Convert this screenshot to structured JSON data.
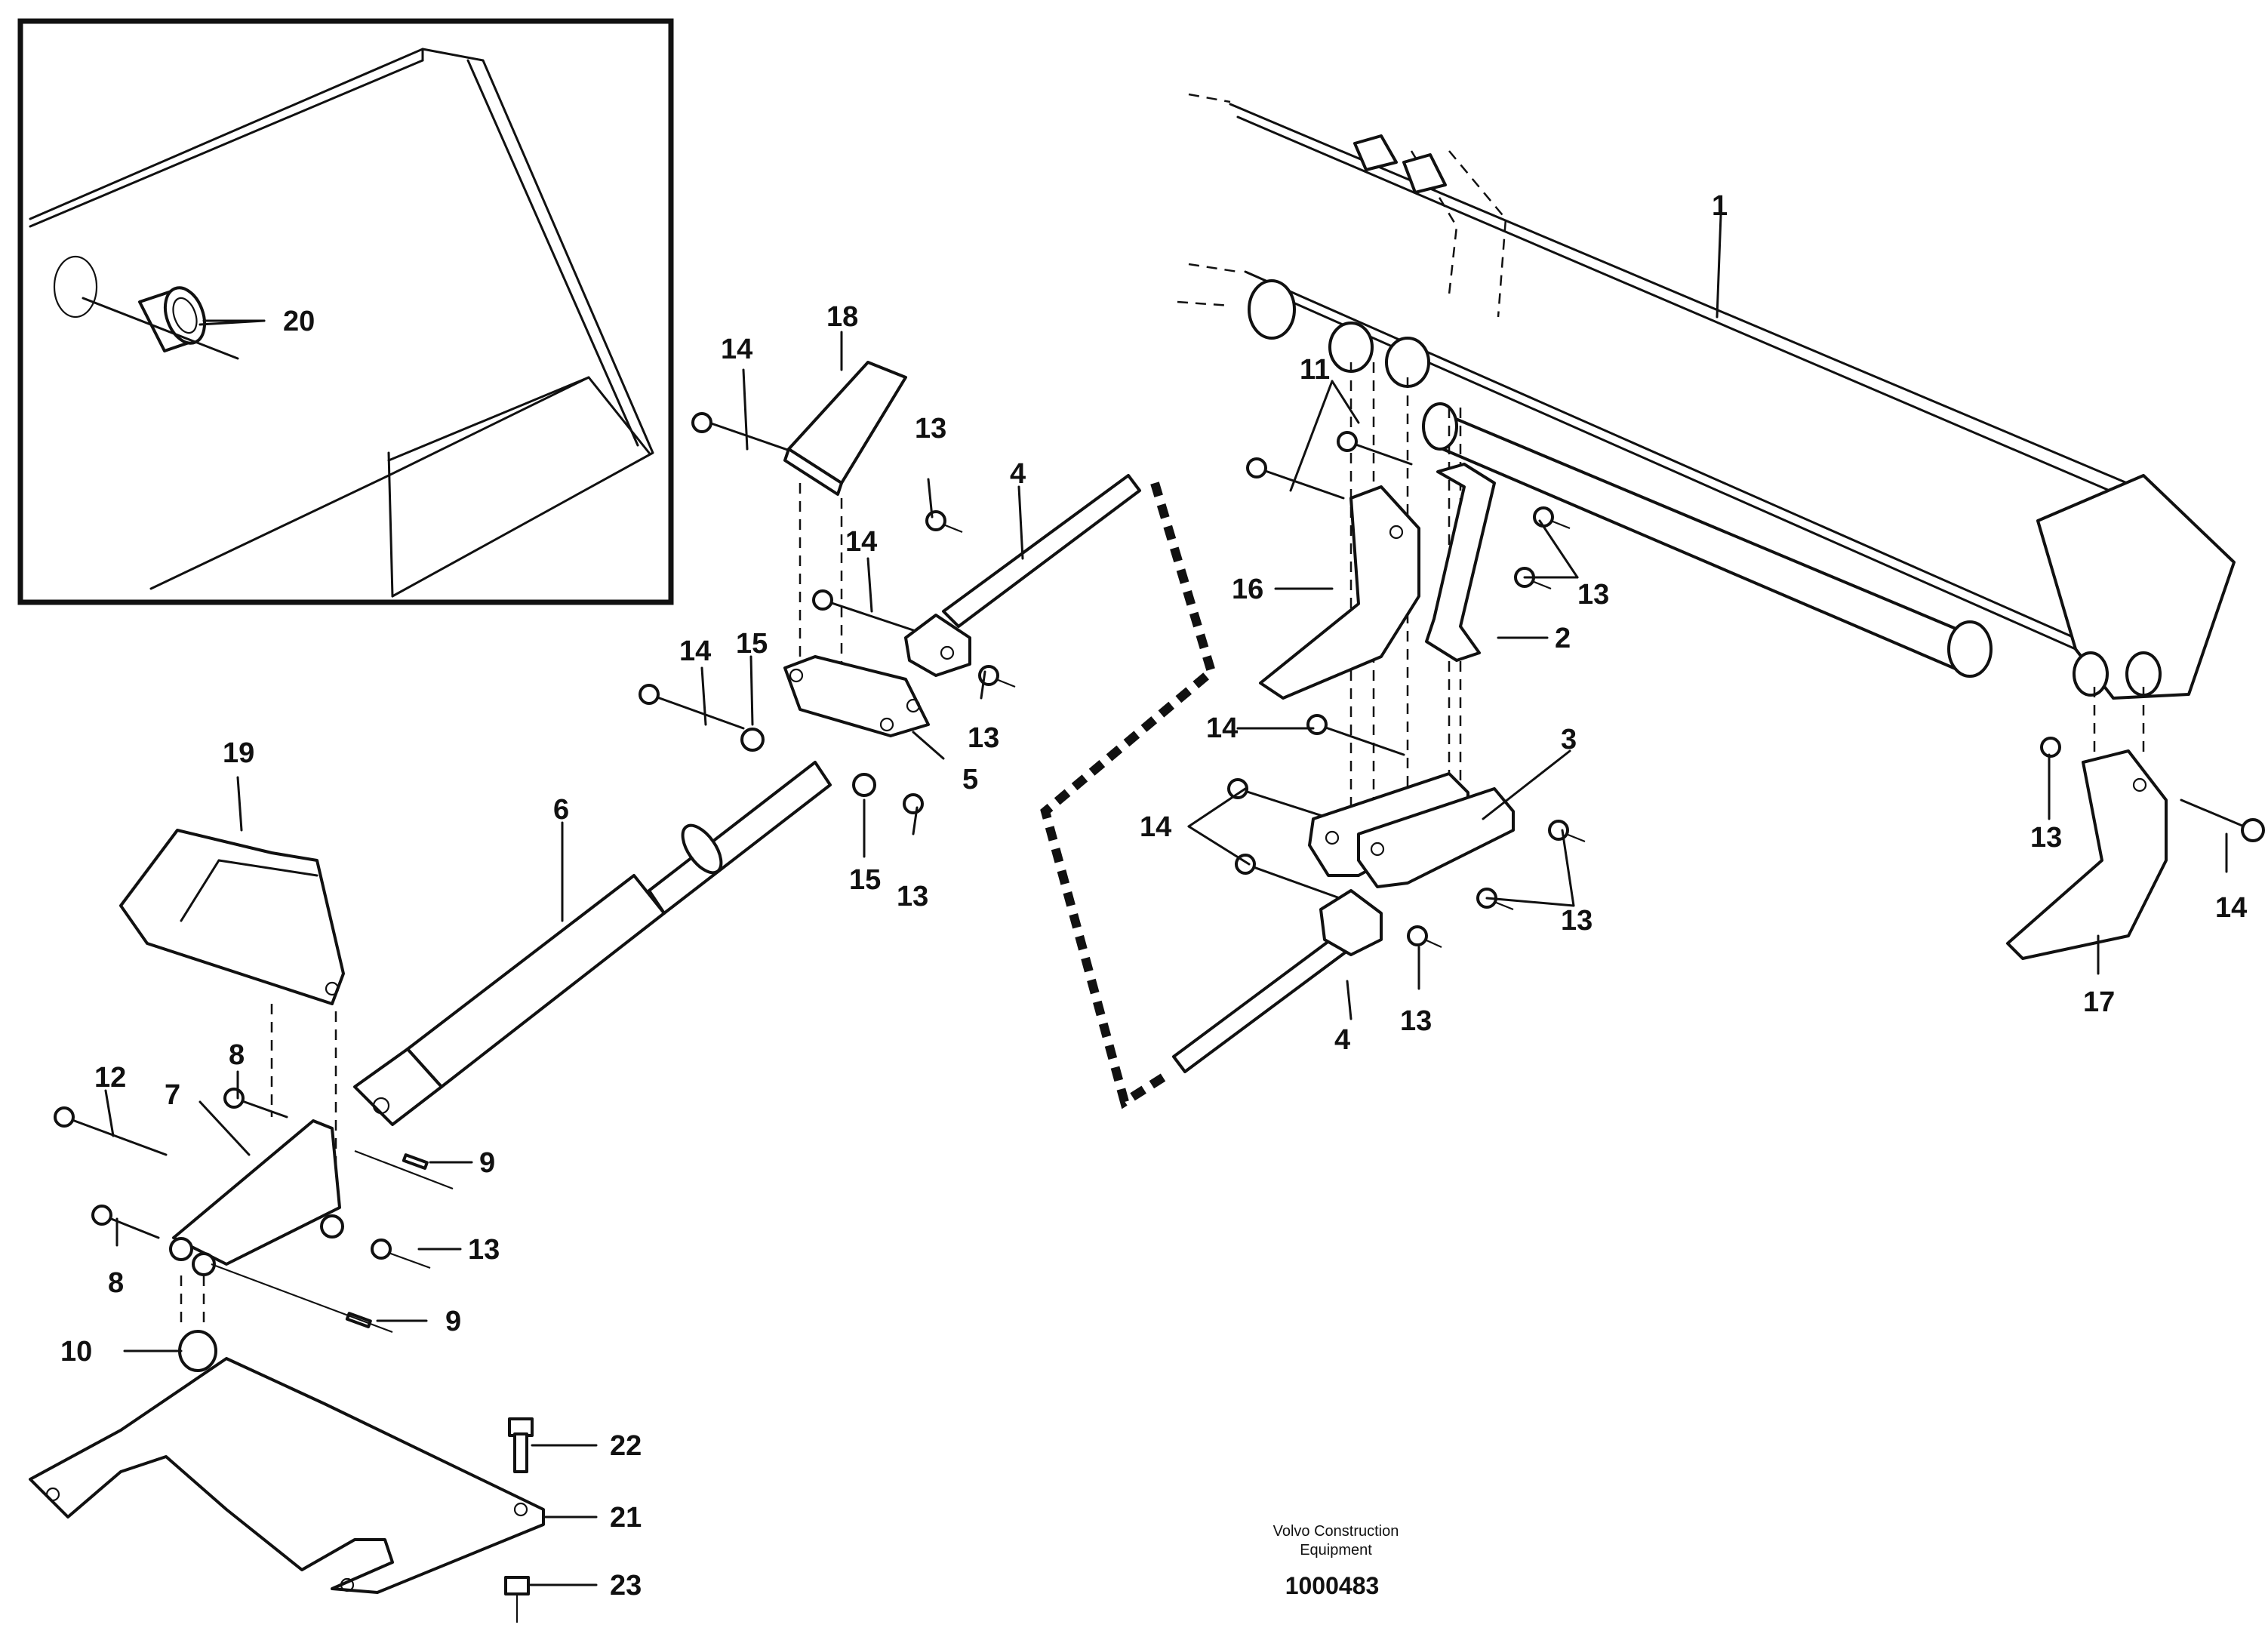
{
  "callouts": {
    "c1": "1",
    "c2": "2",
    "c3": "3",
    "c4a": "4",
    "c4b": "4",
    "c5": "5",
    "c6": "6",
    "c7": "7",
    "c8a": "8",
    "c8b": "8",
    "c9a": "9",
    "c9b": "9",
    "c10": "10",
    "c11": "11",
    "c12": "12",
    "c13a": "13",
    "c13b": "13",
    "c13c": "13",
    "c13d": "13",
    "c13e": "13",
    "c13f": "13",
    "c13g": "13",
    "c13h": "13",
    "c14a": "14",
    "c14b": "14",
    "c14c": "14",
    "c14d": "14",
    "c14e": "14",
    "c14f": "14",
    "c15a": "15",
    "c15b": "15",
    "c16": "16",
    "c17": "17",
    "c18": "18",
    "c19": "19",
    "c20": "20",
    "c21": "21",
    "c22": "22",
    "c23": "23"
  },
  "footer": {
    "company_line1": "Volvo Construction",
    "company_line2": "Equipment",
    "drawing_number": "1000483"
  }
}
